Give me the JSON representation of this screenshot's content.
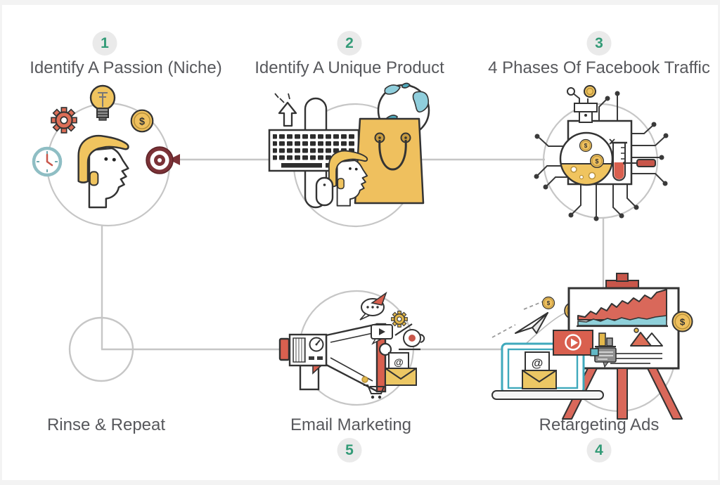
{
  "diagram": {
    "type": "process-flow-infographic",
    "steps": [
      {
        "number": "1",
        "label": "Identify A Passion (Niche)"
      },
      {
        "number": "2",
        "label": "Identify A Unique Product"
      },
      {
        "number": "3",
        "label": "4 Phases Of Facebook Traffic"
      },
      {
        "number": "4",
        "label": "Retargeting Ads"
      },
      {
        "number": "5",
        "label": "Email Marketing"
      }
    ],
    "loop_label": "Rinse & Repeat",
    "glyphs": {
      "dollar": "$",
      "at": "@"
    },
    "colors": {
      "step_number": "#339b77",
      "badge_bg": "#eaeaea",
      "label_text": "#57585c",
      "connector": "#c6c6c6",
      "yellow": "#efc05e",
      "coral": "#d9604f",
      "maroon": "#7b3136",
      "teal": "#8fcedc",
      "laptop_teal": "#3fa9bc"
    }
  }
}
